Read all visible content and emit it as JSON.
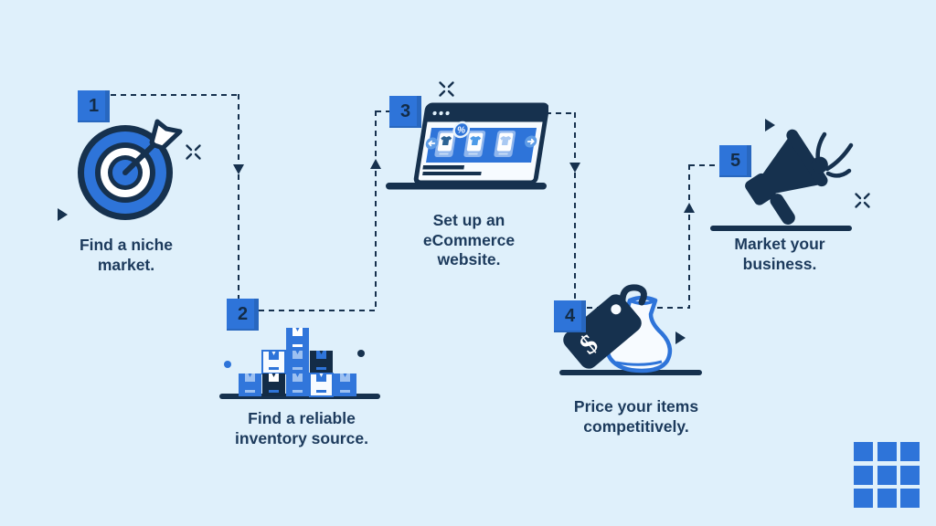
{
  "colors": {
    "background": "#DFF0FB",
    "accent_blue": "#2E74D9",
    "navy": "#16314E",
    "light_blue": "#8FB6EE",
    "text": "#1C3A5C",
    "white": "#FFFFFF"
  },
  "steps": [
    {
      "num": "1",
      "lines": [
        "Find a niche",
        "market."
      ],
      "icon": "target"
    },
    {
      "num": "2",
      "lines": [
        "Find a reliable",
        "inventory source."
      ],
      "icon": "inventory-boxes"
    },
    {
      "num": "3",
      "lines": [
        "Set up an",
        "eCommerce",
        "website."
      ],
      "icon": "ecommerce-website",
      "discount_badge": "%"
    },
    {
      "num": "4",
      "lines": [
        "Price your items",
        "competitively."
      ],
      "icon": "price-tag-vase",
      "tag_symbol": "$"
    },
    {
      "num": "5",
      "lines": [
        "Market your",
        "business."
      ],
      "icon": "megaphone"
    }
  ]
}
